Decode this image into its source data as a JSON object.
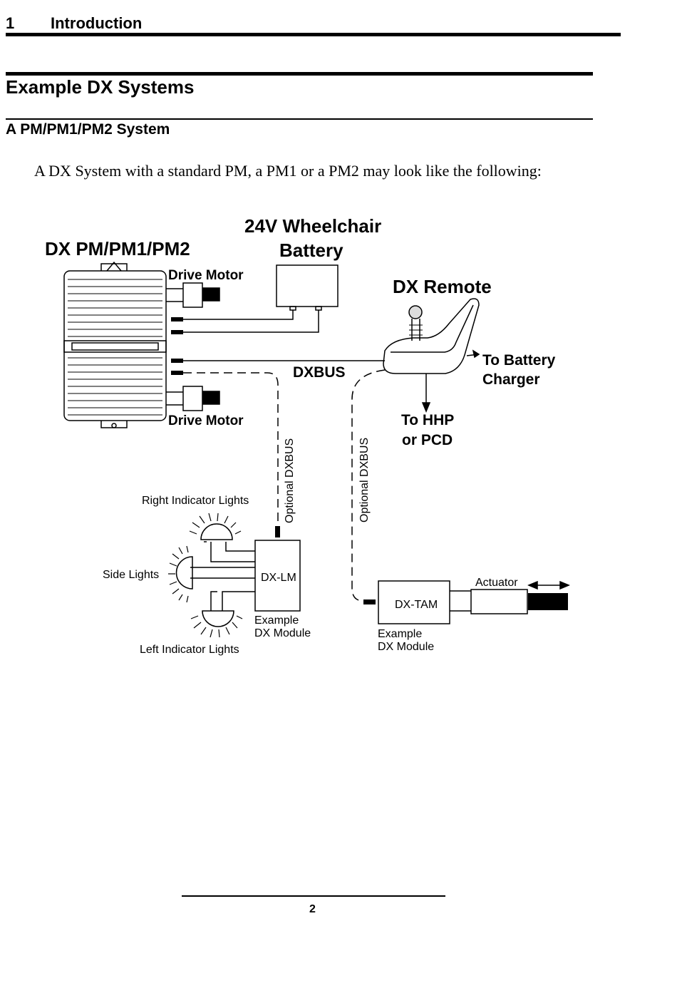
{
  "header": {
    "chapter_number": "1",
    "chapter_title": "Introduction"
  },
  "section_title": "Example DX Systems",
  "subsection_title": "A PM/PM1/PM2 System",
  "intro_text": "A DX System with a standard PM, a PM1 or a PM2 may look like the following:",
  "diagram": {
    "pm_title": "DX PM/PM1/PM2",
    "battery_title_line1": "24V Wheelchair",
    "battery_title_line2": "Battery",
    "drive_motor_top": "Drive Motor",
    "drive_motor_bottom": "Drive Motor",
    "remote_title": "DX Remote",
    "dxbus": "DXBUS",
    "to_battery_line1": "To Battery",
    "to_battery_line2": "Charger",
    "to_hhp_line1": "To HHP",
    "to_hhp_line2": "or PCD",
    "optional_dxbus_left": "Optional DXBUS",
    "optional_dxbus_right": "Optional DXBUS",
    "right_indicator": "Right Indicator Lights",
    "side_lights": "Side Lights",
    "left_indicator": "Left Indicator Lights",
    "dxlm": "DX-LM",
    "dxlm_note_line1": "Example",
    "dxlm_note_line2": "DX Module",
    "dxtam": "DX-TAM",
    "actuator": "Actuator",
    "dxtam_note_line1": "Example",
    "dxtam_note_line2": "DX Module"
  },
  "footer": {
    "page_number": "2"
  }
}
